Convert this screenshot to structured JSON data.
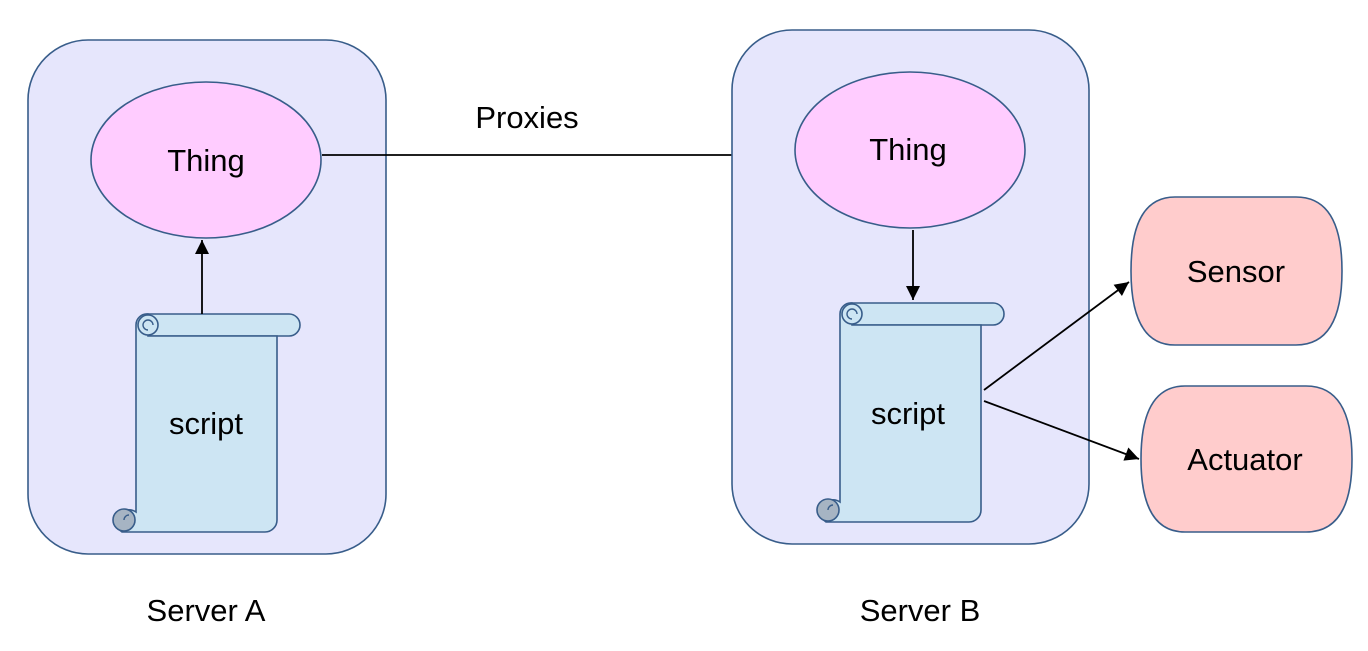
{
  "server_a": {
    "label": "Server A",
    "thing_label": "Thing",
    "script_label": "script"
  },
  "server_b": {
    "label": "Server B",
    "thing_label": "Thing",
    "script_label": "script"
  },
  "proxy_edge": {
    "label": "Proxies"
  },
  "devices": {
    "sensor_label": "Sensor",
    "actuator_label": "Actuator"
  },
  "colors": {
    "server_fill": "#e6e6fc",
    "outline": "#385d8a",
    "thing_fill": "#ffccff",
    "script_fill": "#cde5f3",
    "scroll_curl": "#a6b4c3",
    "device_fill": "#ffcccc",
    "arrow": "#000000"
  }
}
